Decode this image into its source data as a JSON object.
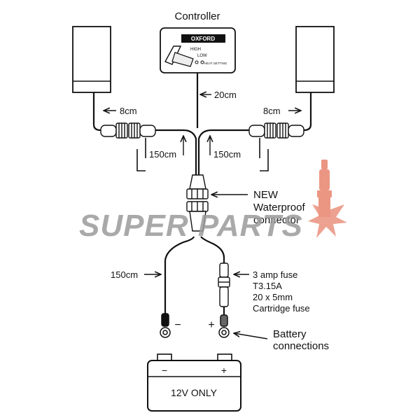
{
  "title": "Controller",
  "controller": {
    "brand": "OXFORD",
    "high_label": "HIGH",
    "low_label": "LOW",
    "heat_setting_label": "HEAT SETTING"
  },
  "cable_lengths": {
    "controller_lead": "20cm",
    "left_grip_lead": "8cm",
    "right_grip_lead": "8cm",
    "left_branch": "150cm",
    "right_branch": "150cm",
    "battery_harness": "150cm"
  },
  "connector": {
    "line1": "NEW",
    "line2": "Waterproof",
    "line3": "connector"
  },
  "fuse": {
    "line1": "3 amp fuse",
    "line2": "T3.15A",
    "line3": "20 x 5mm",
    "line4": "Cartridge fuse"
  },
  "polarity": {
    "negative": "−",
    "positive": "+"
  },
  "battery_connections": {
    "line1": "Battery",
    "line2": "connections"
  },
  "battery": {
    "negative": "−",
    "positive": "+",
    "label": "12V ONLY"
  },
  "watermark": "SUPER PARTS",
  "colors": {
    "line": "#111111",
    "watermark_gray": "#9b9b9b",
    "watermark_red": "#e8846e"
  }
}
